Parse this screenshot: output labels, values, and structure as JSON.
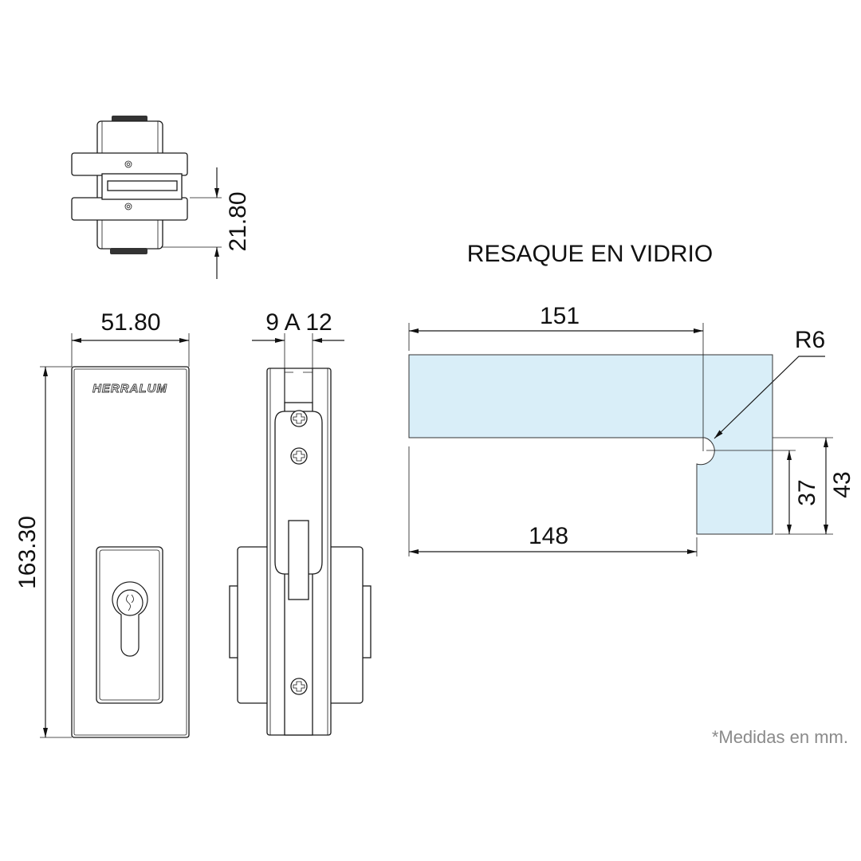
{
  "title": "RESAQUE EN VIDRIO",
  "brand": "HERRALUM",
  "note": "*Medidas en mm.",
  "dimensions": {
    "top_height": "21.80",
    "width": "51.80",
    "height": "163.30",
    "glass_range": "9 A 12",
    "glass_top_length": "151",
    "glass_bottom_length": "148",
    "radius": "R6",
    "notch_inner": "37",
    "notch_outer": "43"
  },
  "colors": {
    "glass": "#d9eef8",
    "line": "#1a1a1a",
    "note": "#8a8a8a"
  }
}
